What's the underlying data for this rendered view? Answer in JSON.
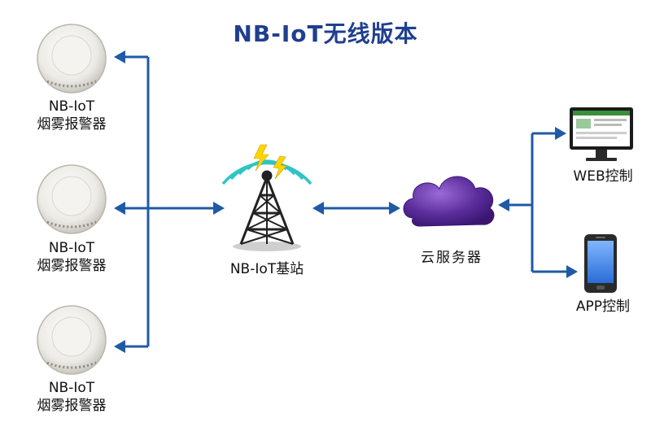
{
  "title": "NB-IoT无线版本",
  "detectors": [
    {
      "model": "NB-IoT",
      "name": "烟雾报警器"
    },
    {
      "model": "NB-IoT",
      "name": "烟雾报警器"
    },
    {
      "model": "NB-IoT",
      "name": "烟雾报警器"
    }
  ],
  "base_station": {
    "label": "NB-IoT基站"
  },
  "cloud": {
    "label": "云服务器"
  },
  "web": {
    "label": "WEB控制"
  },
  "app": {
    "label": "APP控制"
  },
  "colors": {
    "arrow": "#1f5aa6",
    "title": "#1f3f8f",
    "cloud_fill": "#5b2d9c",
    "signal": "#2ec4c6"
  },
  "icons": {
    "detector": "smoke-detector-icon",
    "tower": "cell-tower-icon",
    "cloud": "cloud-icon",
    "monitor": "monitor-icon",
    "phone": "smartphone-icon"
  }
}
